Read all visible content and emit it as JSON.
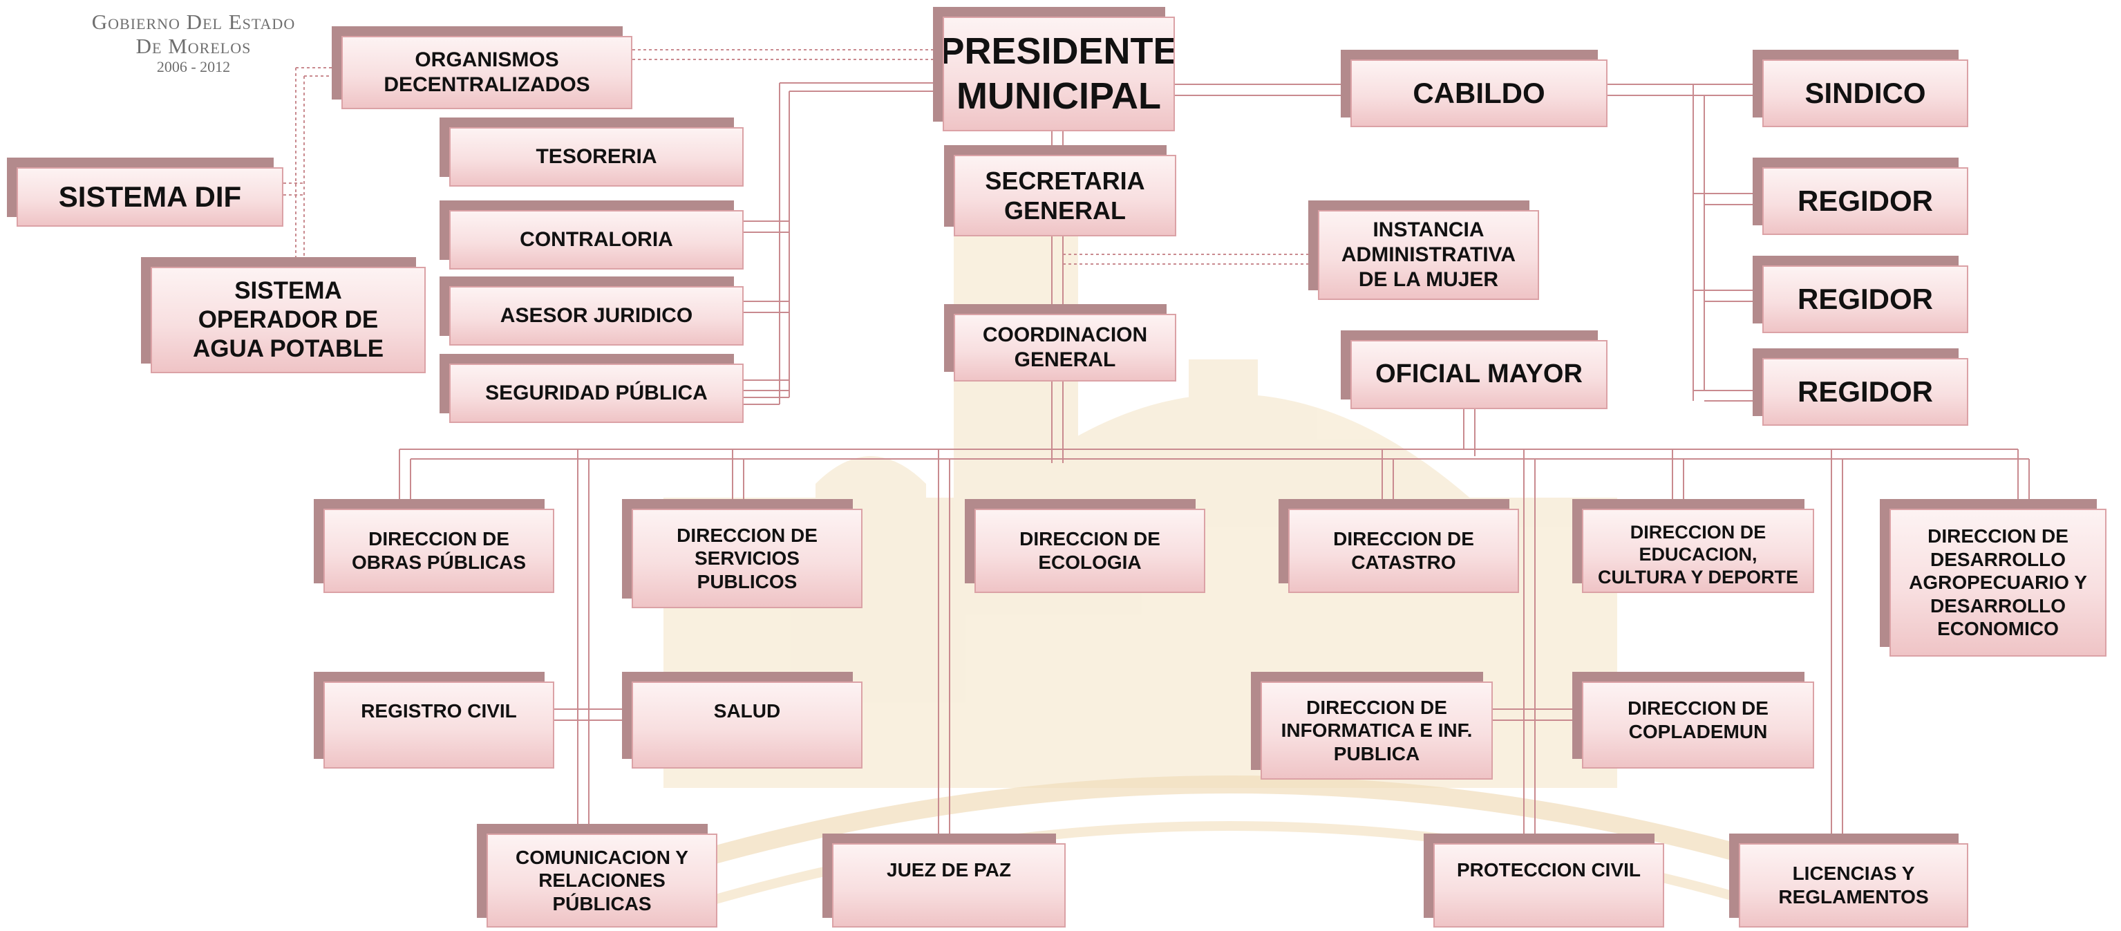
{
  "header": {
    "line1": "Gobierno Del Estado",
    "line2": "De Morelos",
    "line3": "2006 - 2012"
  },
  "nodes": {
    "presidente": "PRESIDENTE\nMUNICIPAL",
    "organismos": "ORGANISMOS\nDECENTRALIZADOS",
    "tesoreria": "TESORERIA",
    "sistema_dif": "SISTEMA DIF",
    "contraloria": "CONTRALORIA",
    "agua": "SISTEMA\nOPERADOR DE\nAGUA POTABLE",
    "asesor": "ASESOR JURIDICO",
    "seguridad": "SEGURIDAD PÚBLICA",
    "secretaria": "SECRETARIA\nGENERAL",
    "coordinacion": "COORDINACION\nGENERAL",
    "instancia": "INSTANCIA\nADMINISTRATIVA\nDE LA MUJER",
    "cabildo": "CABILDO",
    "sindico": "SINDICO",
    "regidor1": "REGIDOR",
    "regidor2": "REGIDOR",
    "regidor3": "REGIDOR",
    "oficial": "OFICIAL MAYOR",
    "obras": "DIRECCION DE\nOBRAS PÚBLICAS",
    "servicios": "DIRECCION DE\nSERVICIOS\nPUBLICOS",
    "ecologia": "DIRECCION DE\nECOLOGIA",
    "catastro": "DIRECCION DE\nCATASTRO",
    "educacion": "DIRECCION DE\nEDUCACION,\nCULTURA Y DEPORTE",
    "agropecuario": "DIRECCION DE\nDESARROLLO\nAGROPECUARIO Y\nDESARROLLO\nECONOMICO",
    "registro": "REGISTRO CIVIL",
    "salud": "SALUD",
    "informatica": "DIRECCION DE\nINFORMATICA E INF.\nPUBLICA",
    "coplademun": "DIRECCION DE\nCOPLADEMUN",
    "comunicacion": "COMUNICACION Y\nRELACIONES\nPÚBLICAS",
    "juez": "JUEZ DE PAZ",
    "proteccion": "PROTECCION CIVIL",
    "licencias": "LICENCIAS Y\nREGLAMENTOS"
  },
  "colors": {
    "shadow": "#b38a8c",
    "box_border": "#dba2a6",
    "connector": "#c98a8f",
    "watermark": "#e8c48a"
  }
}
